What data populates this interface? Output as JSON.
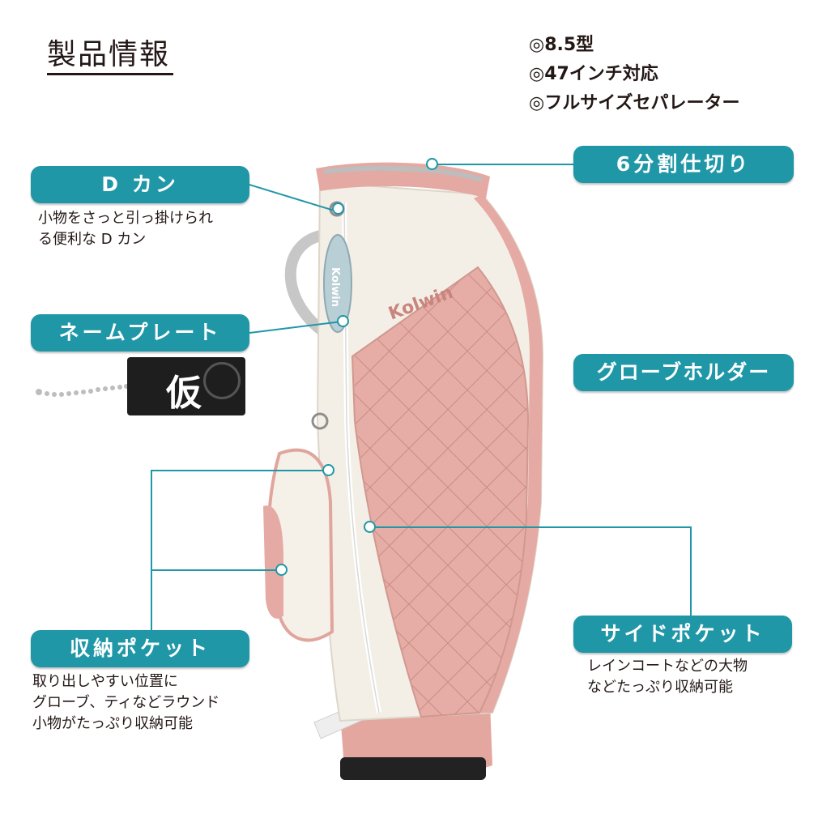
{
  "header": {
    "title": "製品情報"
  },
  "specs": [
    "◎8.5型",
    "◎47インチ対応",
    "◎フルサイズセパレーター"
  ],
  "callouts": {
    "dkan": {
      "label": "D カン",
      "desc_line1": "小物をさっと引っ掛けられ",
      "desc_line2": "る便利な D カン"
    },
    "nameplate": {
      "label": "ネームプレート",
      "tag_text": "仮"
    },
    "divider": {
      "label": "6分割仕切り"
    },
    "glove": {
      "label": "グローブホルダー"
    },
    "storage": {
      "label": "収納ポケット",
      "desc_line1": "取り出しやすい位置に",
      "desc_line2": "グローブ、ティなどラウンド",
      "desc_line3": "小物がたっぷり収納可能"
    },
    "side": {
      "label": "サイドポケット",
      "desc_line1": "レインコートなどの大物",
      "desc_line2": "などたっぷり収納可能"
    }
  },
  "product": {
    "brand_logo": "Kolwin",
    "plate_text": "Kolwin"
  },
  "colors": {
    "accent": "#1f97a7",
    "pink": "#e4a9a2",
    "cream": "#f4f0e6",
    "black": "#231815"
  }
}
